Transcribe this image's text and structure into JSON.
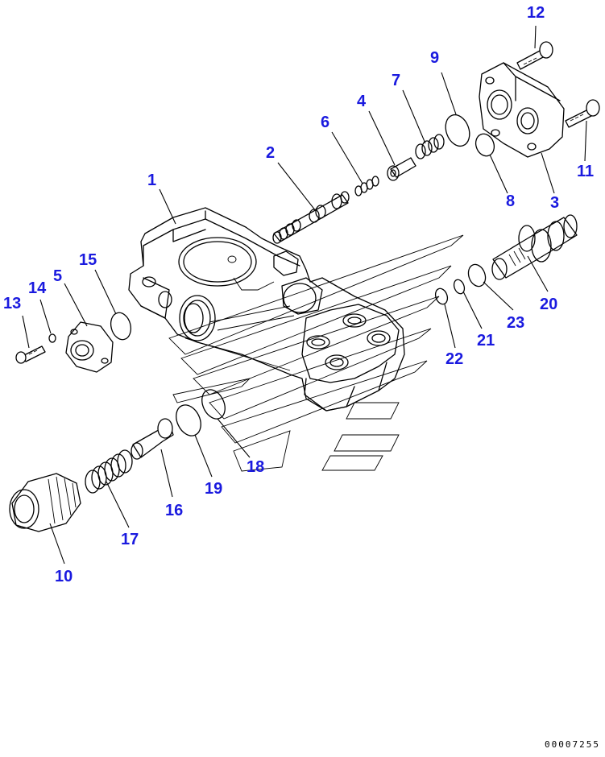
{
  "diagram": {
    "drawing_number": "00007255",
    "callouts": [
      {
        "id": "p1",
        "label": "1"
      },
      {
        "id": "p2",
        "label": "2"
      },
      {
        "id": "p3",
        "label": "3"
      },
      {
        "id": "p4",
        "label": "4"
      },
      {
        "id": "p5",
        "label": "5"
      },
      {
        "id": "p6",
        "label": "6"
      },
      {
        "id": "p7",
        "label": "7"
      },
      {
        "id": "p8",
        "label": "8"
      },
      {
        "id": "p9",
        "label": "9"
      },
      {
        "id": "p10",
        "label": "10"
      },
      {
        "id": "p11",
        "label": "11"
      },
      {
        "id": "p12",
        "label": "12"
      },
      {
        "id": "p13",
        "label": "13"
      },
      {
        "id": "p14",
        "label": "14"
      },
      {
        "id": "p15",
        "label": "15"
      },
      {
        "id": "p16",
        "label": "16"
      },
      {
        "id": "p17",
        "label": "17"
      },
      {
        "id": "p18",
        "label": "18"
      },
      {
        "id": "p19",
        "label": "19"
      },
      {
        "id": "p20",
        "label": "20"
      },
      {
        "id": "p21",
        "label": "21"
      },
      {
        "id": "p22",
        "label": "22"
      },
      {
        "id": "p23",
        "label": "23"
      }
    ],
    "colors": {
      "callout": "#1a1adf",
      "line": "#000000",
      "background": "#ffffff"
    }
  }
}
